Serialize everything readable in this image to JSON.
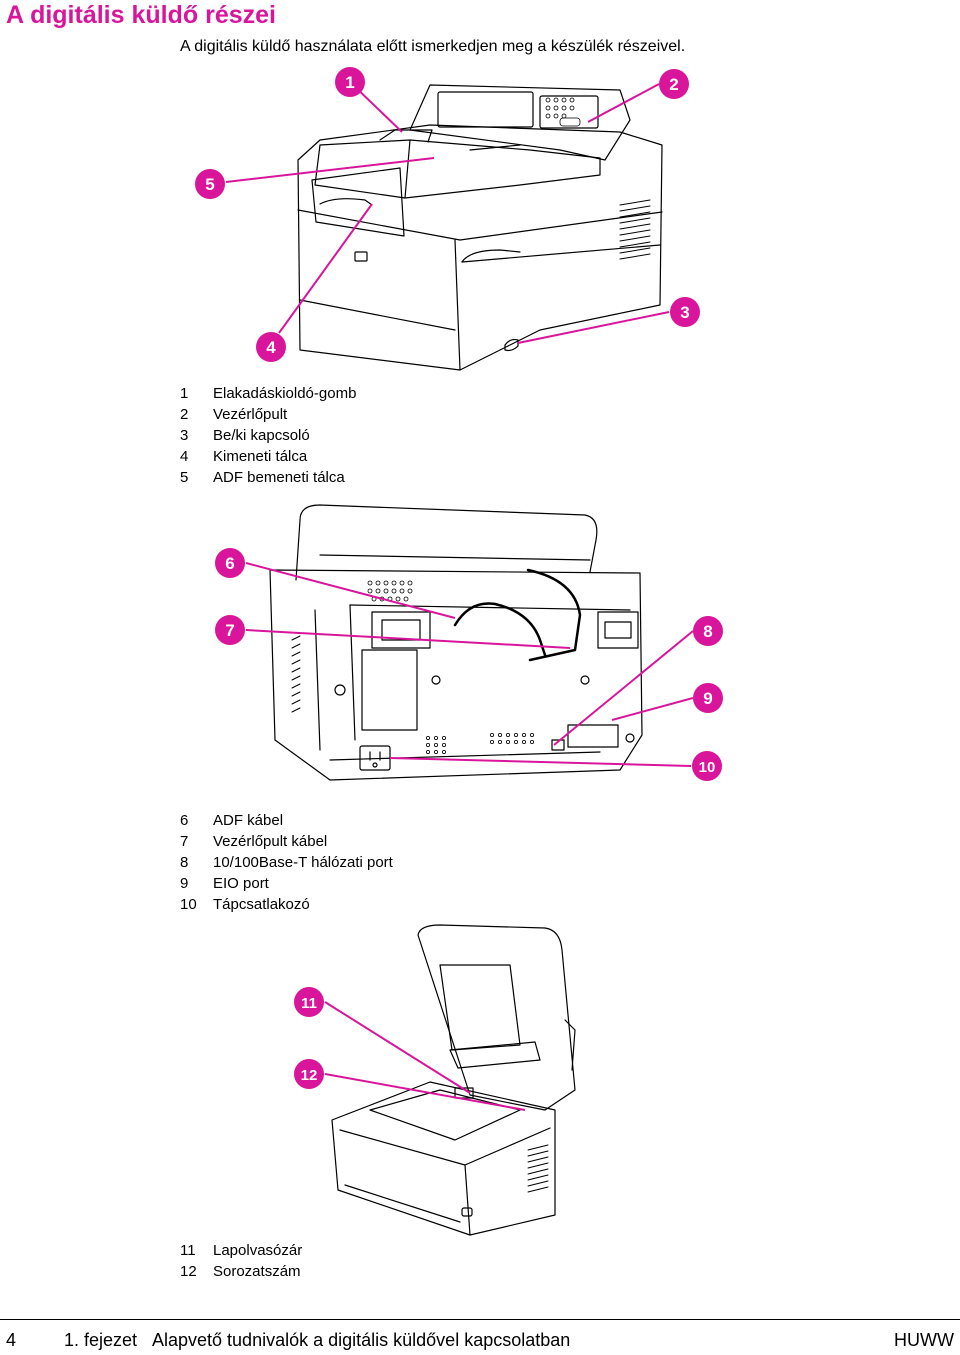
{
  "page": {
    "title": "A digitális küldő részei",
    "intro": "A digitális küldő használata előtt ismerkedjen meg a készülék részeivel."
  },
  "colors": {
    "accent": "#d8159b",
    "line": "#000000"
  },
  "figures": [
    {
      "name": "front-view",
      "callouts": [
        "1",
        "2",
        "3",
        "4",
        "5"
      ],
      "legend": [
        {
          "num": "1",
          "label": "Elakadáskioldó-gomb"
        },
        {
          "num": "2",
          "label": "Vezérlőpult"
        },
        {
          "num": "3",
          "label": "Be/ki kapcsoló"
        },
        {
          "num": "4",
          "label": "Kimeneti tálca"
        },
        {
          "num": "5",
          "label": "ADF bemeneti tálca"
        }
      ]
    },
    {
      "name": "rear-view",
      "callouts": [
        "6",
        "7",
        "8",
        "9",
        "10"
      ],
      "legend": [
        {
          "num": "6",
          "label": "ADF kábel"
        },
        {
          "num": "7",
          "label": "Vezérlőpult kábel"
        },
        {
          "num": "8",
          "label": "10/100Base-T hálózati port"
        },
        {
          "num": "9",
          "label": "EIO port"
        },
        {
          "num": "10",
          "label": "Tápcsatlakozó"
        }
      ]
    },
    {
      "name": "open-lid-view",
      "callouts": [
        "11",
        "12"
      ],
      "legend": [
        {
          "num": "11",
          "label": "Lapolvasózár"
        },
        {
          "num": "12",
          "label": "Sorozatszám"
        }
      ]
    }
  ],
  "footer": {
    "page_number": "4",
    "chapter": "1. fejezet",
    "chapter_title": "Alapvető tudnivalók a digitális küldővel kapcsolatban",
    "code": "HUWW"
  }
}
